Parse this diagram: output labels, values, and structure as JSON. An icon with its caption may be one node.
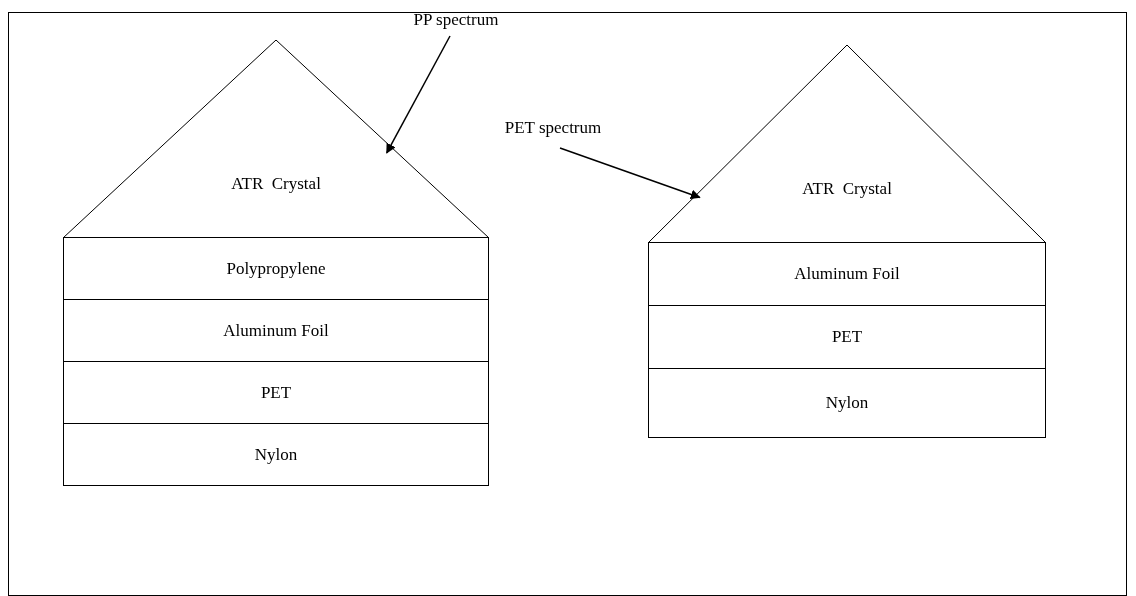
{
  "diagram": {
    "nodes": [
      {
        "text": [
          "PP spectrum"
        ]
      },
      {
        "text": [
          "ATR  Crystal"
        ]
      },
      {
        "text": [
          "Polypropylene"
        ]
      },
      {
        "text": [
          "Aluminum Foil"
        ]
      },
      {
        "text": [
          "PET"
        ]
      },
      {
        "text": [
          "Nylon"
        ]
      },
      {
        "text": [
          "PET spectrum"
        ]
      },
      {
        "text": [
          "ATR  Crystal"
        ]
      },
      {
        "text": [
          "Aluminum Foil"
        ]
      },
      {
        "text": [
          "PET"
        ]
      },
      {
        "text": [
          "Nylon"
        ]
      }
    ],
    "edges": [
      {
        "from": 0,
        "to": 1,
        "arrow": "to"
      },
      {
        "from": 6,
        "to": 7,
        "arrow": "to"
      }
    ]
  }
}
